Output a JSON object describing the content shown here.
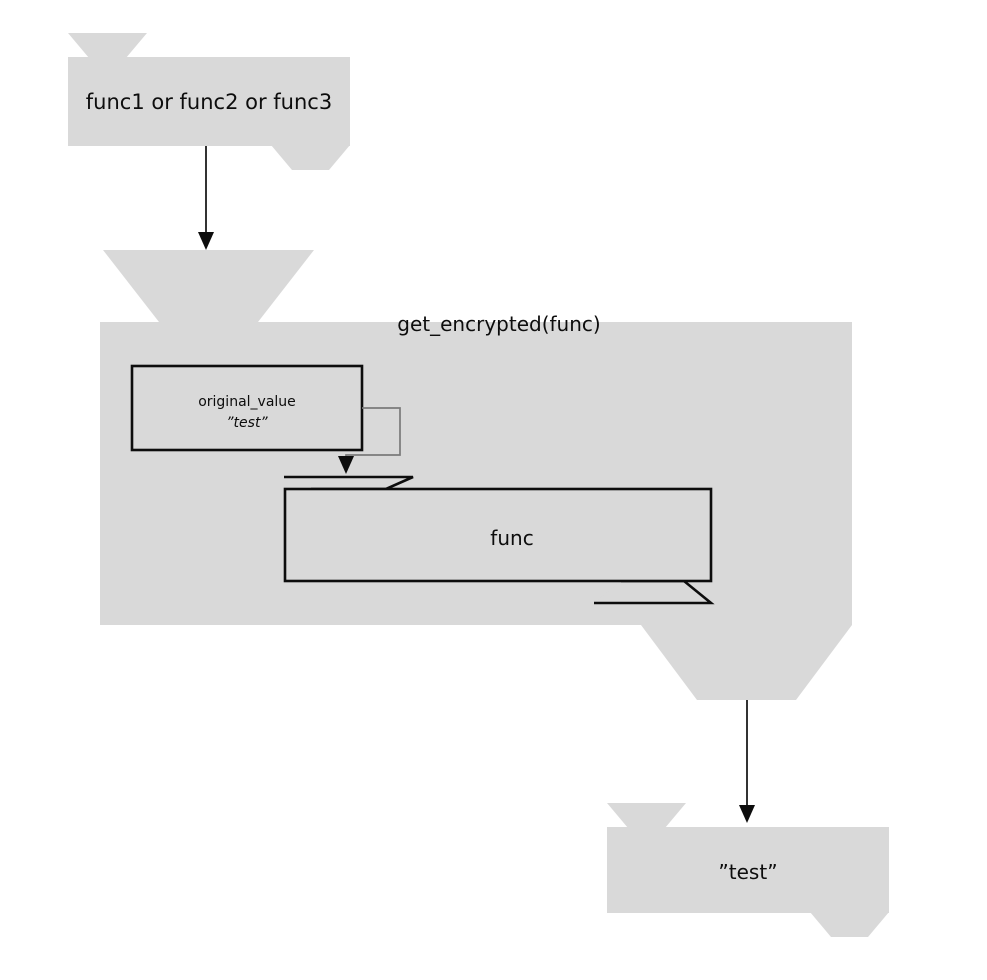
{
  "diagram": {
    "type": "flowchart",
    "title_visible": false,
    "background_color": "#ffffff",
    "banner_fill": "#d9d9d9",
    "stroke_color": "#0d0d0d",
    "connector_gray": "#7a7a7a",
    "nodes": [
      {
        "id": "input-banner",
        "shape": "banner",
        "label": "func1 or func2 or func3",
        "filled": true,
        "outlined": false
      },
      {
        "id": "get-encrypted-banner",
        "shape": "banner",
        "label": "get_encrypted(func)",
        "filled": true,
        "outlined": false
      },
      {
        "id": "original-value-box",
        "shape": "rectangle",
        "label": "original_value",
        "sublabel": "”test”",
        "filled": true,
        "outlined": true
      },
      {
        "id": "func-banner",
        "shape": "banner",
        "label": "func",
        "filled": true,
        "outlined": true
      },
      {
        "id": "output-banner",
        "shape": "banner",
        "label": "”test”",
        "filled": true,
        "outlined": false
      }
    ],
    "edges": [
      {
        "id": "edge-input-to-get-encrypted",
        "from": "input-banner",
        "to": "get-encrypted-banner",
        "arrow": true,
        "color": "#0d0d0d",
        "label": ""
      },
      {
        "id": "edge-original-value-to-func",
        "from": "original-value-box",
        "to": "func-banner",
        "arrow": true,
        "color": "#7a7a7a",
        "label": ""
      },
      {
        "id": "edge-get-encrypted-to-output",
        "from": "get-encrypted-banner",
        "to": "output-banner",
        "arrow": true,
        "color": "#0d0d0d",
        "label": ""
      }
    ]
  },
  "labels": {
    "input_banner": "func1 or func2 or func3",
    "get_encrypted_banner": "get_encrypted(func)",
    "original_value_name": "original_value",
    "original_value_value": "”test”",
    "func_banner": "func",
    "output_banner": "”test”"
  }
}
